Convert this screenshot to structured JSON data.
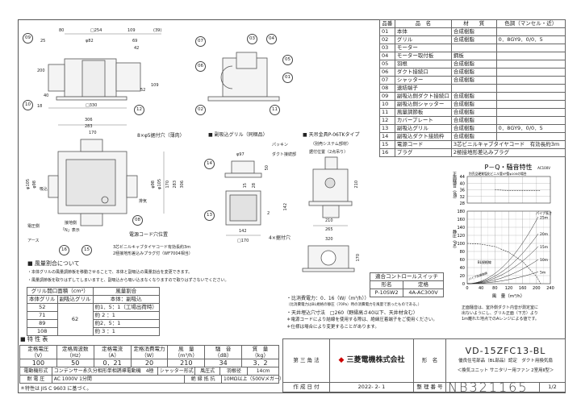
{
  "parts_table": {
    "headers": [
      "品番",
      "品　名",
      "材　　質",
      "色調（マンセル・近）"
    ],
    "rows": [
      [
        "01",
        "本体",
        "合成樹脂",
        ""
      ],
      [
        "02",
        "グリル",
        "合成樹脂",
        "0．8GY9．0/0．5"
      ],
      [
        "03",
        "モーター",
        "",
        ""
      ],
      [
        "04",
        "モーター取付板",
        "鋼板",
        ""
      ],
      [
        "05",
        "羽根",
        "合成樹脂",
        ""
      ],
      [
        "06",
        "ダクト接続口",
        "合成樹脂",
        ""
      ],
      [
        "07",
        "シャッター",
        "合成樹脂",
        ""
      ],
      [
        "08",
        "速結端子",
        "",
        ""
      ],
      [
        "09",
        "副吸込側ダクト接続口",
        "合成樹脂",
        ""
      ],
      [
        "10",
        "副吸込側シャッター",
        "合成樹脂",
        ""
      ],
      [
        "11",
        "風量調節板",
        "合成樹脂",
        ""
      ],
      [
        "12",
        "カバープレート",
        "合成樹脂",
        ""
      ],
      [
        "13",
        "副吸込グリル",
        "合成樹脂",
        "0．8GY9．0/0．5"
      ],
      [
        "14",
        "副吸込ダクト接続枠",
        "合成樹脂",
        ""
      ],
      [
        "15",
        "電源コード",
        "3芯ビニルキャブタイヤコード　有効長約3m",
        ""
      ],
      [
        "16",
        "プラグ",
        "2極接地形差込みプラグ",
        ""
      ]
    ]
  },
  "drawing": {
    "dims_side": [
      "80",
      "□254",
      "109",
      "(39)",
      "φ82",
      "25",
      "69",
      "42",
      "200",
      "40",
      "18",
      "52",
      "109",
      "□330"
    ],
    "dims_plan": [
      "306",
      "283",
      "170",
      "170",
      "283",
      "306",
      "φ105",
      "φ98",
      "φ105",
      "φ98"
    ],
    "plan_labels": {
      "holes": "8×φ5据付穴（薄肉）",
      "cord_hole": "電源コード穴位置",
      "inlet": "吸込",
      "exhaust": "排気",
      "voltage_side": "電圧側",
      "ground_side": "接地側",
      "n_mark": "「N」表示",
      "earth": "アース",
      "cord": "3芯ビニルキャブタイヤコード有効長約3m",
      "plug": "2極接地形差込みプラグ付（WF7004相当）"
    },
    "grille": {
      "header": "■ 副吸込グリル（同梱品）",
      "packing": "パッキン",
      "duct_part": "ダクト接続部",
      "holes": "4×据付穴",
      "dims": [
        "φ97",
        "50",
        "15",
        "28",
        "142",
        "2",
        "142",
        "□170"
      ]
    },
    "hanger": {
      "header": "■ 天吊金具P-06TKタイプ",
      "sub": "（別売システム部材）",
      "position": "据付位置（2点吊り）",
      "dims": [
        "210",
        "210",
        "265",
        "320",
        "170"
      ]
    },
    "balloons": {
      "b09": "09",
      "b10": "10",
      "b12": "12",
      "b07": "07",
      "b03": "03",
      "b04": "04",
      "b06": "06",
      "b05": "05",
      "b01": "01",
      "b02": "02",
      "b11": "11",
      "b08": "08",
      "b15": "15",
      "b16": "16",
      "b14": "14",
      "b13": "13"
    }
  },
  "switch_table": {
    "title": "適合コントロールスイッチ",
    "headers": [
      "形名",
      "定格"
    ],
    "row": [
      "P-10SW2",
      "4A-AC300V"
    ]
  },
  "airflow": {
    "title": "■ 風量割合について",
    "notes": [
      "・本体グリルの風量調節板を移動させることで、本体と副吸込の風量割合を変更できます。",
      "・風量調節板を取りはずしてしまいますと、副吸込から吸い込まなくなりますので取りはずさないでください。"
    ],
    "head_area": "グリル開口面積（cm²）",
    "head_ratio": "風量割合",
    "sub_main": "本体グリル",
    "sub_sub": "副吸込グリル",
    "sub_ratio": "本体：副吸込",
    "sub_area": "62",
    "rows": [
      [
        "52",
        "約1．5：1（工場出荷時）"
      ],
      [
        "71",
        "約 2 ：1"
      ],
      [
        "89",
        "約2．5：1"
      ],
      [
        "108",
        "約 3 ：1"
      ]
    ]
  },
  "specs": {
    "title": "■ 特 性 表",
    "headers": [
      "定格電圧\n（V）",
      "定格周波数\n（Hz）",
      "定格電流\n（A）",
      "定格消費電力\n（W）",
      "風　量\n（m³/h）",
      "騒　音\n（dB）",
      "質　量\n（kg）"
    ],
    "values": [
      "100",
      "50",
      "0．21",
      "20",
      "210",
      "34",
      "3．2"
    ],
    "motor_label": "電動機形式",
    "motor": "コンデンサー永久分相形単相誘導電動機　4極",
    "shutter_label": "シャッター形式",
    "shutter": "風圧式",
    "blade_label": "羽根径",
    "blade": "14cm",
    "withstand_label": "耐 電 圧",
    "withstand": "AC 1000V 1分間",
    "insulation_label": "絶 縁 抵 抗",
    "insulation": "10MΩ以上（500Vメガー）",
    "note": "＊特性は JIS C 9603 に基づく。"
  },
  "notes": [
    "・比消費電力：0．16（W/（m³/h））",
    "（比消費電力はBL規格の静圧（70Pa）時の消費電力を風量で割ったものである。）",
    "・天井埋込穴寸法　□260（野縁高さ40以下、天井材含む）",
    "＊電源コードにより結線を使用する際は、絶縁圧着端子をご使用ください。",
    "＊仕様は場合により変更することがあります。"
  ],
  "chart_note": [
    "正面騒音は、室外側ダクト内音が測定室に",
    "出ないようにし、グリル正面（下方）より",
    "1m離れた地点でのAレンジによる値です。"
  ],
  "title_block": {
    "projection": "第 三 角 法",
    "company": "三菱電機株式会社",
    "model_label": "形　名",
    "model": "VD-15ZFC13-BL",
    "desc1": "優良住宅部品（BL部品）認定　ダクト用換気扇",
    "desc2": "＜換気ユニット サニタリー用ファン 2室用Ⅱ型＞",
    "date_label": "作 成 日 付",
    "date": "2022- 2- 1",
    "ref_label": "整 理 番 号",
    "ref": "NB321165",
    "page": "1/2"
  },
  "chart_data": {
    "type": "line",
    "title": "P－Q・騒音特性",
    "subtitle": "別売品硬質塩化ビニル管VP管φ100の場合",
    "supply": "AC100V",
    "xlabel": "風　量（m³/h）",
    "xlim": [
      0,
      240
    ],
    "xticks": [
      0,
      40,
      80,
      120,
      160,
      200,
      240
    ],
    "noise": {
      "ylabel": "正面騒音（dB）",
      "ylim": [
        28,
        44
      ],
      "yticks": [
        28,
        32,
        36,
        40,
        44
      ],
      "x": [
        80,
        120,
        160,
        210
      ],
      "y": [
        36,
        35.5,
        35.5,
        35.5
      ]
    },
    "pressure": {
      "ylabel": "静圧（Pa）",
      "ylim": [
        0,
        180
      ],
      "yticks": [
        0,
        20,
        40,
        60,
        80,
        100,
        120,
        140,
        160,
        180
      ],
      "fan_curve": {
        "name": "BL規格線",
        "x": [
          0,
          40,
          80,
          120,
          160,
          200,
          212
        ],
        "y": [
          100,
          98,
          92,
          78,
          55,
          18,
          0
        ]
      },
      "pipe_label": "パイプ長さ",
      "pipe_area_label": "パイプ圧損曲線",
      "pipes": [
        {
          "name": "5m",
          "y_at_200": 28
        },
        {
          "name": "10m",
          "y_at_200": 57
        },
        {
          "name": "15m",
          "y_at_200": 88
        },
        {
          "name": "20m",
          "y_at_200": 118
        },
        {
          "name": "25m",
          "y_at_200": 158
        }
      ]
    },
    "grid": true
  }
}
